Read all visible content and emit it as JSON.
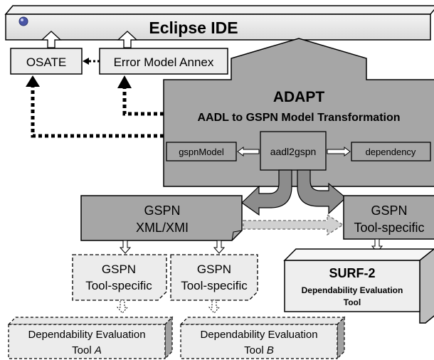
{
  "eclipse": {
    "label": "Eclipse IDE",
    "logo_icon": "eclipse-logo-icon"
  },
  "osate": {
    "label": "OSATE"
  },
  "error_model_annex": {
    "label": "Error Model Annex"
  },
  "adapt": {
    "title": "ADAPT",
    "subtitle": "AADL to GSPN Model Transformation",
    "modules": {
      "left": "gspnModel",
      "center": "aadl2gspn",
      "right": "dependency"
    }
  },
  "gspn_xml": {
    "line1": "GSPN",
    "line2": "XML/XMI"
  },
  "gspn_tool_specific_right": {
    "line1": "GSPN",
    "line2": "Tool-specific"
  },
  "gspn_tool_specific_a": {
    "line1": "GSPN",
    "line2": "Tool-specific"
  },
  "gspn_tool_specific_b": {
    "line1": "GSPN",
    "line2": "Tool-specific"
  },
  "surf2": {
    "title": "SURF-2",
    "line1": "Dependability Evaluation",
    "line2": "Tool"
  },
  "tool_a": {
    "line1": "Dependability Evaluation",
    "line2_prefix": "Tool ",
    "line2_italic": "A"
  },
  "tool_b": {
    "line1": "Dependability Evaluation",
    "line2_prefix": "Tool ",
    "line2_italic": "B"
  },
  "colors": {
    "dark_box": "#a6a6a6",
    "light_box": "#eeeeee",
    "arrow_gray": "#8c8c8c",
    "outline": "#000000"
  }
}
